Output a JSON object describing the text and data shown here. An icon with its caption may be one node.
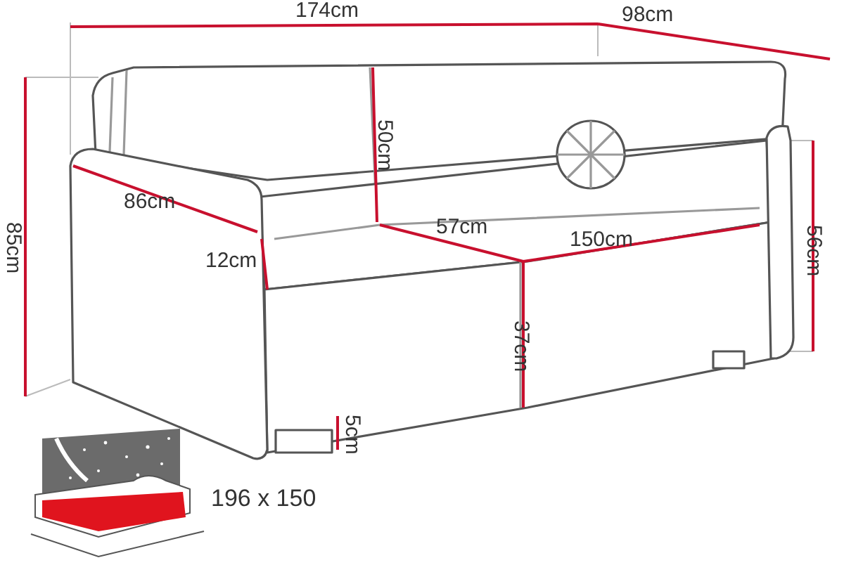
{
  "diagram": {
    "labels": [
      "174cm",
      "98cm",
      "85cm",
      "50cm",
      "86cm",
      "12cm",
      "57cm",
      "150cm",
      "56cm",
      "37cm",
      "5cm",
      "196 x 150"
    ]
  }
}
